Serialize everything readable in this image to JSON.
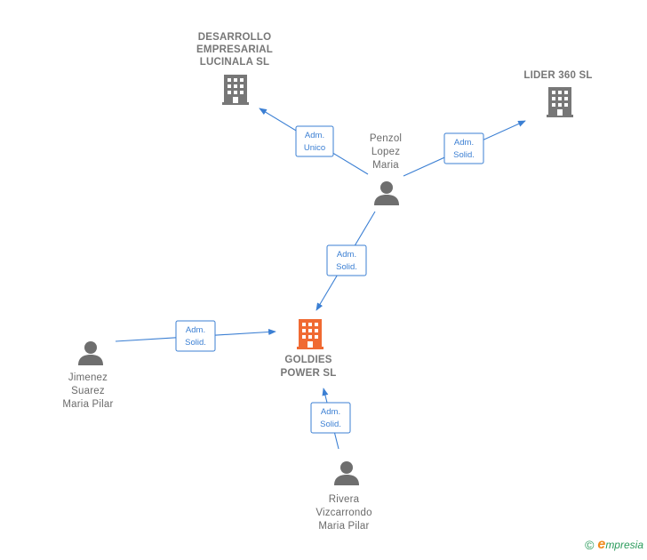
{
  "colors": {
    "edge": "#3b7fd3",
    "company": "#777777",
    "focus_company": "#f06a32",
    "person": "#6e6e6e"
  },
  "nodes": [
    {
      "id": "goldies",
      "type": "company-focus",
      "lines": [
        "GOLDIES",
        "POWER  SL"
      ]
    },
    {
      "id": "desarrollo",
      "type": "company",
      "lines": [
        "DESARROLLO",
        "EMPRESARIAL",
        "LUCINALA  SL"
      ]
    },
    {
      "id": "lider",
      "type": "company",
      "lines": [
        "LIDER 360  SL"
      ]
    },
    {
      "id": "penzol",
      "type": "person",
      "lines": [
        "Penzol",
        "Lopez",
        "Maria"
      ]
    },
    {
      "id": "jimenez",
      "type": "person",
      "lines": [
        "Jimenez",
        "Suarez",
        "Maria Pilar"
      ]
    },
    {
      "id": "rivera",
      "type": "person",
      "lines": [
        "Rivera",
        "Vizcarrondo",
        "Maria Pilar"
      ]
    }
  ],
  "edges": [
    {
      "from": "penzol",
      "to": "desarrollo",
      "lines": [
        "Adm.",
        "Unico"
      ]
    },
    {
      "from": "penzol",
      "to": "lider",
      "lines": [
        "Adm.",
        "Solid."
      ]
    },
    {
      "from": "penzol",
      "to": "goldies",
      "lines": [
        "Adm.",
        "Solid."
      ]
    },
    {
      "from": "jimenez",
      "to": "goldies",
      "lines": [
        "Adm.",
        "Solid."
      ]
    },
    {
      "from": "rivera",
      "to": "goldies",
      "lines": [
        "Adm.",
        "Solid."
      ]
    }
  ],
  "footer": {
    "copyright_symbol": "©",
    "brand_initial": "e",
    "brand_rest": "mpresia"
  }
}
